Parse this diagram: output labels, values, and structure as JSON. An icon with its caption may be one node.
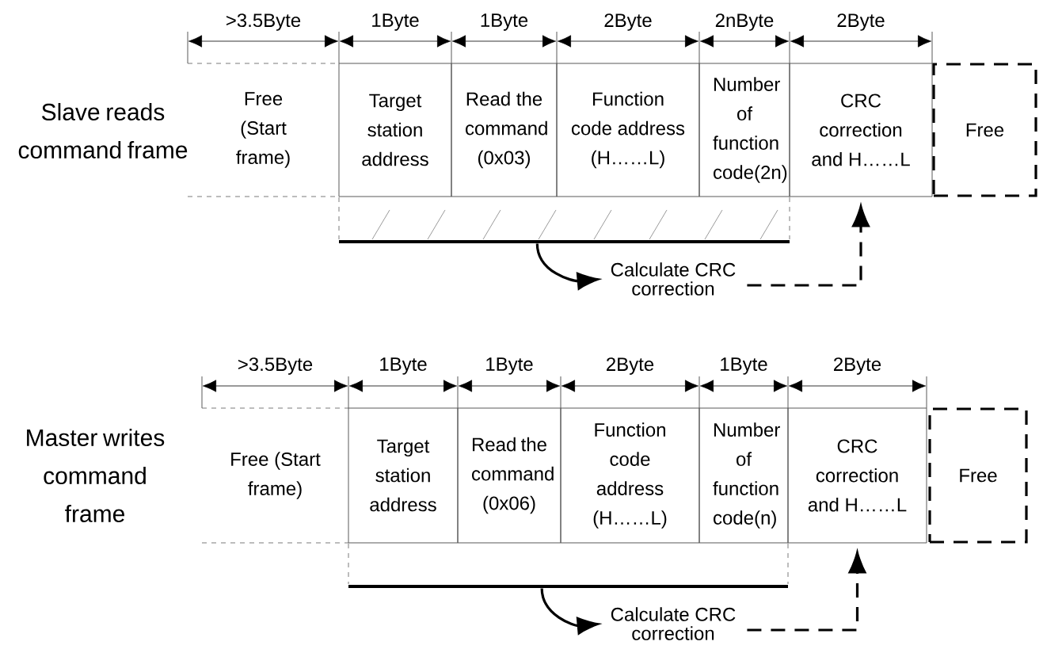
{
  "diagram": {
    "nodes": [
      {
        "text": [
          "Free (Start frame)"
        ]
      },
      {
        "text": [
          "Target station address"
        ]
      },
      {
        "text": [
          "Read the command (0x03)"
        ]
      },
      {
        "text": [
          "Function code address (H……L)"
        ]
      },
      {
        "text": [
          "Number of function code(2n)"
        ]
      },
      {
        "text": [
          "CRC correction and H……L"
        ]
      },
      {
        "text": [
          "Free"
        ]
      },
      {
        "text": [],
        "shape": "bar"
      },
      {
        "text": [
          "Calculate CRC correction"
        ]
      },
      {
        "text": [
          "Free (Start frame)"
        ]
      },
      {
        "text": [
          "Target station address"
        ]
      },
      {
        "text": [
          "Read the command (0x06)"
        ]
      },
      {
        "text": [
          "Function code address (H……L)"
        ]
      },
      {
        "text": [
          "Number of function code(n)"
        ]
      },
      {
        "text": [
          "CRC correction and H……L"
        ]
      },
      {
        "text": [
          "Free"
        ]
      },
      {
        "text": [],
        "shape": "bar"
      },
      {
        "text": [
          "Calculate CRC correction"
        ]
      }
    ],
    "edges": [
      {
        "from": 7,
        "to": 8,
        "arrow": "to"
      },
      {
        "from": 8,
        "to": 5,
        "arrow": "to",
        "style": "dashed"
      },
      {
        "from": 16,
        "to": 17,
        "arrow": "to"
      },
      {
        "from": 17,
        "to": 14,
        "arrow": "to",
        "style": "dashed"
      }
    ],
    "labels": [
      "Slave reads command frame",
      ">3.5Byte",
      "1Byte",
      "1Byte",
      "2Byte",
      "2nByte",
      "2Byte",
      "Master writes command frame",
      ">3.5Byte",
      "1Byte",
      "1Byte",
      "2Byte",
      "1Byte",
      "2Byte"
    ]
  }
}
